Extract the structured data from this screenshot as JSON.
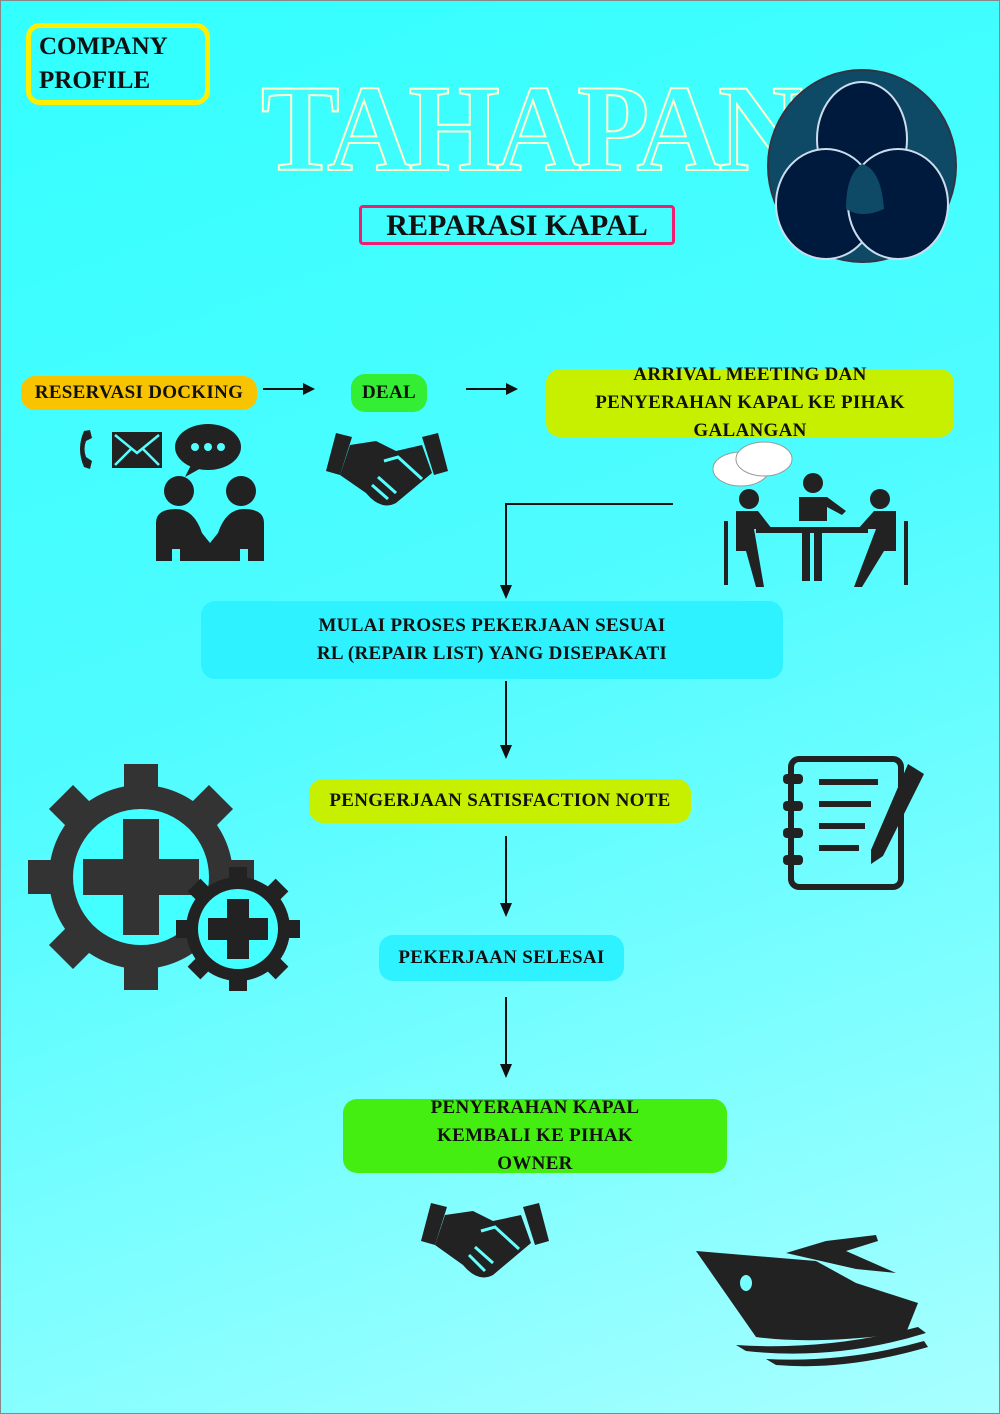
{
  "header": {
    "company_profile": [
      "COMPANY",
      "PROFILE"
    ],
    "title": "TAHAPAN",
    "subtitle": "REPARASI KAPAL"
  },
  "steps": [
    {
      "label": "RESERVASI DOCKING",
      "color": "#f8c400"
    },
    {
      "label": "DEAL",
      "color": "#33ee33"
    },
    {
      "label": "ARRIVAL MEETING DAN PENYERAHAN KAPAL KE PIHAK GALANGAN",
      "color": "#c6f000"
    },
    {
      "label": "MULAI PROSES PEKERJAAN SESUAI RL (REPAIR LIST) YANG DISEPAKATI",
      "color": "#2ef2ff"
    },
    {
      "label": "PENGERJAAN SATISFACTION NOTE",
      "color": "#c6f000"
    },
    {
      "label": "PEKERJAAN SELESAI",
      "color": "#2ef2ff"
    },
    {
      "label": "PENYERAHAN KAPAL KEMBALI KE PIHAK OWNER",
      "color": "#44ee11"
    }
  ],
  "icons": [
    "phone-icon",
    "mail-icon",
    "chat-icon",
    "people-icon",
    "handshake-icon",
    "meeting-icon",
    "gears-icon",
    "notepad-icon",
    "ship-icon",
    "logo-rings-icon"
  ]
}
